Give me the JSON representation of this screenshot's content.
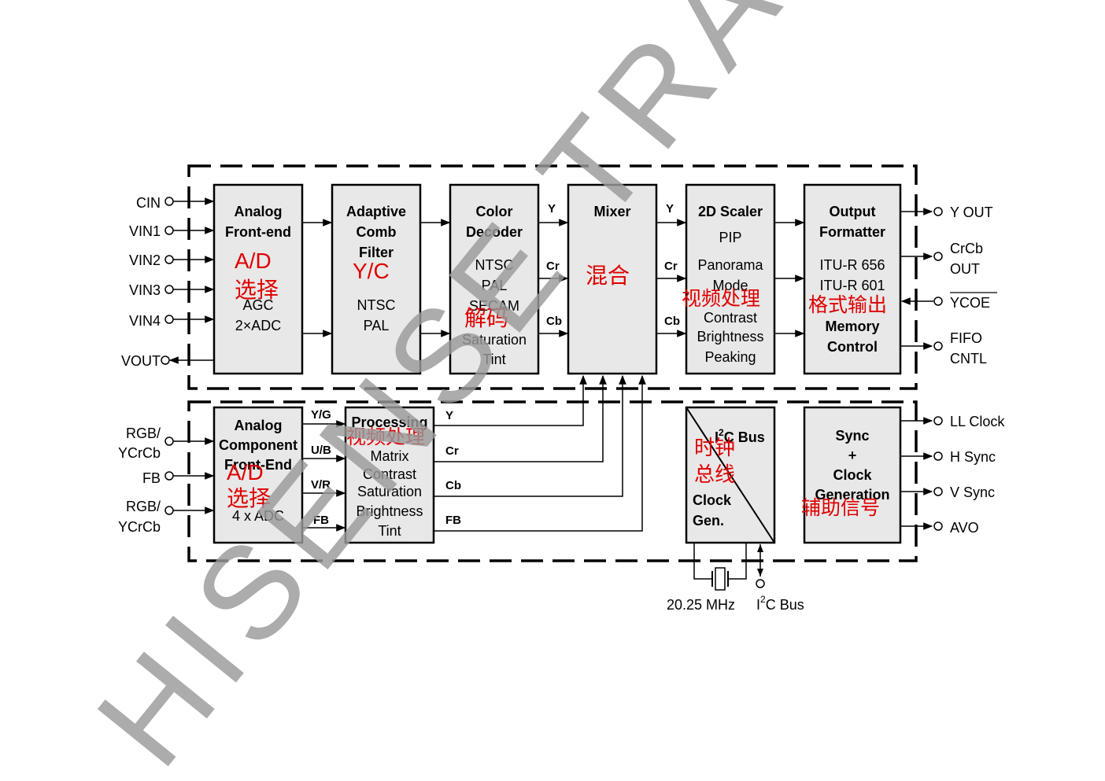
{
  "blocks": {
    "analog_frontend": {
      "title1": "Analog",
      "title2": "Front-end",
      "agc": "AGC",
      "adc": "2×ADC",
      "cn_ad": "A/D",
      "cn_sel": "选择"
    },
    "comb_filter": {
      "title1": "Adaptive",
      "title2": "Comb",
      "title3": "Filter",
      "ntsc": "NTSC",
      "pal": "PAL",
      "cn": "Y/C"
    },
    "color_decoder": {
      "title1": "Color",
      "title2": "Decoder",
      "ntsc": "NTSC",
      "pal": "PAL",
      "secam": "SECAM",
      "saturation": "Saturation",
      "tint": "Tint",
      "cn": "解码"
    },
    "mixer": {
      "title": "Mixer",
      "cn": "混合"
    },
    "scaler": {
      "title": "2D Scaler",
      "pip": "PIP",
      "panorama": "Panorama",
      "mode": "Mode",
      "contrast": "Contrast",
      "brightness": "Brightness",
      "peaking": "Peaking",
      "cn": "视频处理"
    },
    "output_formatter": {
      "title1": "Output",
      "title2": "Formatter",
      "itu656": "ITU-R 656",
      "itu601": "ITU-R 601",
      "mem1": "Memory",
      "mem2": "Control",
      "cn": "格式输出"
    },
    "analog_component": {
      "title1": "Analog",
      "title2": "Component",
      "title3": "Front-End",
      "adc": "4 x ADC",
      "cn_ad": "A/D",
      "cn_sel": "选择"
    },
    "processing": {
      "title": "Processing",
      "matrix": "Matrix",
      "contrast": "Contrast",
      "saturation": "Saturation",
      "brightness": "Brightness",
      "tint": "Tint",
      "cn": "视频处理"
    },
    "i2c_clock": {
      "bus_prefix": "I",
      "bus_sup": "2",
      "bus_suffix": "C Bus",
      "clock": "Clock",
      "gen": "Gen.",
      "cn1": "时钟",
      "cn2": "总线"
    },
    "sync": {
      "l1": "Sync",
      "l2": "+",
      "l3": "Clock",
      "l4": "Generation",
      "cn": "辅助信号"
    }
  },
  "inputs": [
    "CIN",
    "VIN1",
    "VIN2",
    "VIN3",
    "VIN4"
  ],
  "vout": "VOUT",
  "comp_inputs": {
    "rgb1a": "RGB/",
    "rgb1b": "YCrCb",
    "fb": "FB",
    "rgb2a": "RGB/",
    "rgb2b": "YCrCb"
  },
  "outputs": {
    "yout": "Y OUT",
    "crcb1": "CrCb",
    "crcb2": "OUT",
    "ycoe": "YCOE",
    "fifo1": "FIFO",
    "fifo2": "CNTL"
  },
  "sync_outputs": [
    "LL Clock",
    "H Sync",
    "V Sync",
    "AVO"
  ],
  "signals": {
    "y": "Y",
    "cr": "Cr",
    "cb": "Cb",
    "yg": "Y/G",
    "ub": "U/B",
    "vr": "V/R",
    "fb": "FB"
  },
  "crystal": "20.25 MHz",
  "i2c_bus": {
    "prefix": "I",
    "sup": "2",
    "suffix": "C Bus"
  },
  "watermark": "HISENSE TRAINING"
}
